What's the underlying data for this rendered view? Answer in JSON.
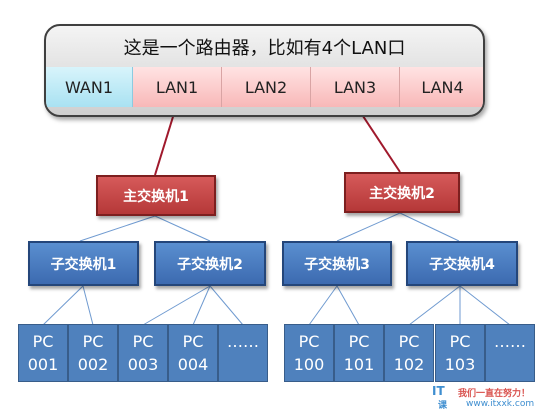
{
  "router": {
    "title": "这是一个路由器，比如有4个LAN口",
    "ports": [
      "WAN1",
      "LAN1",
      "LAN2",
      "LAN3",
      "LAN4"
    ]
  },
  "main_switches": [
    "主交换机1",
    "主交换机2"
  ],
  "sub_switches": [
    "子交换机1",
    "子交换机2",
    "子交换机3",
    "子交换机4"
  ],
  "pcs": [
    {
      "label": "PC",
      "number": "001"
    },
    {
      "label": "PC",
      "number": "002"
    },
    {
      "label": "PC",
      "number": "003"
    },
    {
      "label": "PC",
      "number": "004"
    },
    {
      "label": "……",
      "number": ""
    },
    {
      "label": "PC",
      "number": "100"
    },
    {
      "label": "PC",
      "number": "101"
    },
    {
      "label": "PC",
      "number": "102"
    },
    {
      "label": "PC",
      "number": "103"
    },
    {
      "label": "……",
      "number": ""
    }
  ],
  "watermark": {
    "logo": "IT",
    "logo_sub": "课",
    "slogan": "我们一直在努力！",
    "url": "www.itxxk.com"
  },
  "colors": {
    "wan_port": "#a9e2f2",
    "lan_port": "#f8b8b8",
    "main_switch": "#c0504d",
    "sub_switch": "#4f81bd",
    "pc": "#4f81bd",
    "uplink_line": "#a0192c",
    "downlink_line": "#6f9ad0"
  }
}
